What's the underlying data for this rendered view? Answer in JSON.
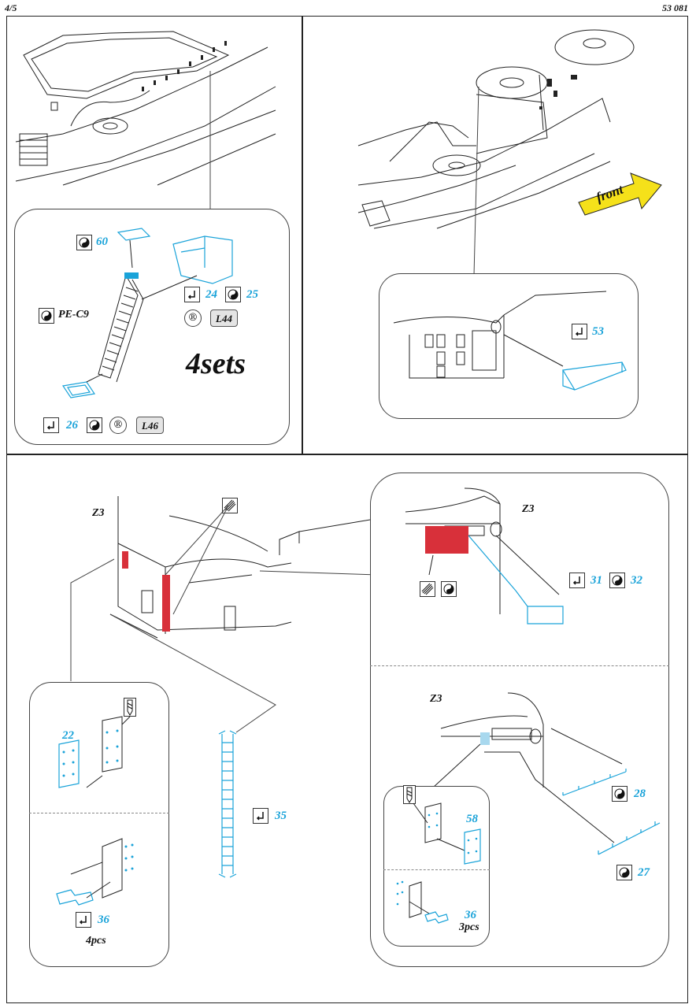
{
  "header": {
    "page": "4/5",
    "code": "53 081"
  },
  "top_left": {
    "parts": {
      "p60": "60",
      "p24": "24",
      "p25": "25",
      "p26": "26"
    },
    "pe": "PE-C9",
    "tags": {
      "l44": "L44",
      "l46": "L46"
    },
    "sets": "4sets"
  },
  "top_right": {
    "front": "front",
    "parts": {
      "p53": "53"
    }
  },
  "bottom_left": {
    "z3": "Z3",
    "parts": {
      "p22": "22",
      "p35": "35",
      "p36": "36"
    },
    "qty": "4pcs"
  },
  "bottom_right": {
    "z3_top": "Z3",
    "z3_bottom": "Z3",
    "parts": {
      "p31": "31",
      "p32": "32",
      "p28": "28",
      "p27": "27",
      "p58": "58",
      "p36": "36"
    },
    "qty": "3pcs"
  },
  "colors": {
    "accent": "#1aa3d9",
    "highlight": "#d8303a",
    "arrow": "#f5e11a"
  },
  "icons": [
    "fold-icon",
    "yin-yang-icon",
    "registered-icon",
    "grating-icon",
    "drill-icon"
  ]
}
